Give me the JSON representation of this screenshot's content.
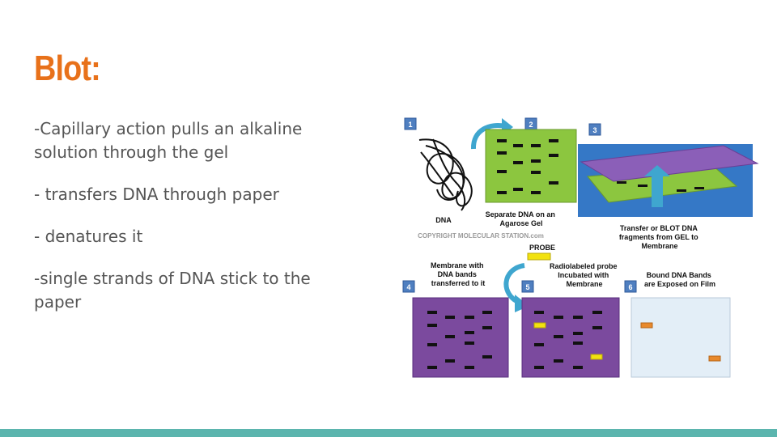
{
  "slide": {
    "title": "Blot:",
    "bullets": [
      "-Capillary action pulls an alkaline solution through the gel",
      "- transfers DNA through paper",
      "- denatures it",
      "-single strands of DNA stick to the paper"
    ]
  },
  "diagram": {
    "steps": [
      "1",
      "2",
      "3",
      "4",
      "5",
      "6"
    ],
    "labels": {
      "dna": "DNA",
      "separate": [
        "Separate DNA on an",
        "Agarose Gel"
      ],
      "copyright": "COPYRIGHT MOLECULAR STATION.com",
      "transfer": [
        "Transfer or BLOT DNA",
        "fragments from GEL to",
        "Membrane"
      ],
      "probe": "PROBE",
      "membrane": [
        "Membrane with",
        "DNA bands",
        "transferred to it"
      ],
      "radiolabeled": [
        "Radiolabeled probe",
        "Incubated with",
        "Membrane"
      ],
      "bound": [
        "Bound DNA Bands",
        "are Exposed on Film"
      ]
    }
  },
  "colors": {
    "title": "#e8711a",
    "body_text": "#555555",
    "bottom_bar": "#5bb5ae",
    "gel": "#8cc63f",
    "membrane": "#7b4a9e",
    "film": "#e3eef7",
    "step_badge": "#4f7fc0",
    "arrow": "#3fa6cf",
    "probe": "#f2e20f",
    "film_band": "#e8892c"
  }
}
